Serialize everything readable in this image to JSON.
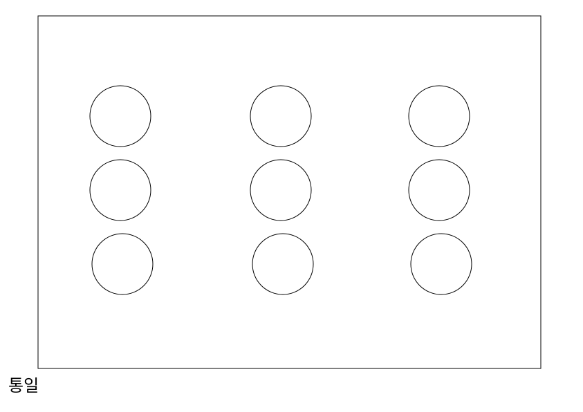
{
  "caption": "통일",
  "colors": {
    "stroke": "#000000",
    "fill": "#ffffff"
  },
  "grid": {
    "rows": 3,
    "columns": 3,
    "circle_count": 9,
    "shape": "circle"
  }
}
